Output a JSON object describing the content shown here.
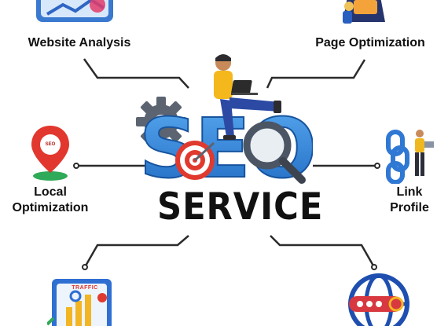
{
  "heading": {
    "word": "SERVICE"
  },
  "logo_text": "SEO",
  "nodes": {
    "website_analysis": "Website Analysis",
    "page_optimization": "Page Optimization",
    "local_optimization_line1": "Local",
    "local_optimization_line2": "Optimization",
    "link_profile_line1": "Link",
    "link_profile_line2": "Profile"
  },
  "badges": {
    "traffic": "TRAFFIC",
    "pin": "SEO"
  },
  "colors": {
    "seo_blue": "#2f86d8",
    "target_red": "#e03a2f",
    "gear_gray": "#5b6470",
    "lines": "#2b2b2b"
  },
  "icons": [
    "analytics-dashboard-icon",
    "page-optimization-illustration-icon",
    "location-pin-icon",
    "chain-link-icon",
    "traffic-growth-icon",
    "globe-search-icon",
    "gear-icon",
    "target-icon",
    "magnifier-icon",
    "person-laptop-icon"
  ]
}
